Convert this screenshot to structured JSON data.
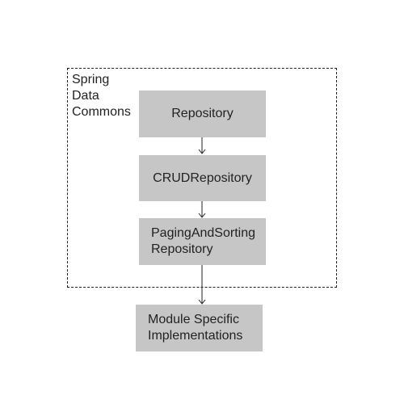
{
  "group": {
    "label": "Spring\nData\nCommons"
  },
  "nodes": {
    "repository": "Repository",
    "crud_repository": "CRUDRepository",
    "paging_repository": "PagingAndSorting\nRepository",
    "module_implementations": "Module Specific\nImplementations"
  },
  "colors": {
    "node_fill": "#c6c6c6",
    "line": "#222222"
  }
}
